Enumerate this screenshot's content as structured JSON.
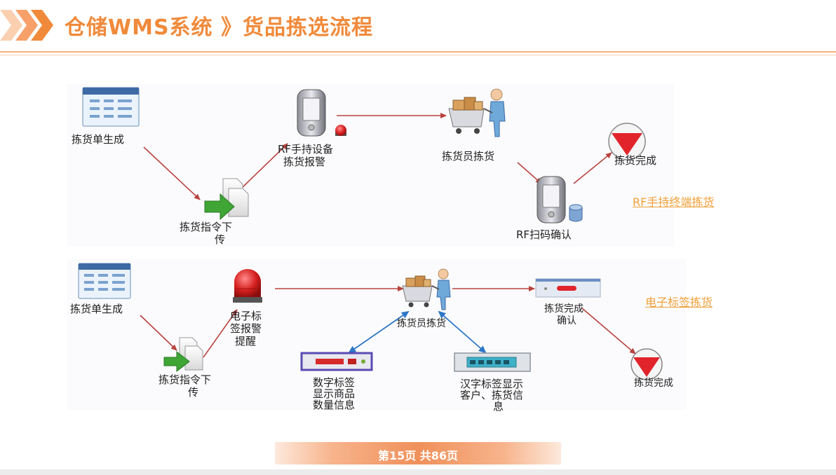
{
  "header": {
    "title": "仓储WMS系统 》货品拣选流程"
  },
  "flow1": {
    "label": "RF手持终端拣货",
    "nodes": {
      "pick_list": "拣货单生成",
      "pick_order_line1": "拣货指令下",
      "pick_order_line2": "传",
      "rf_alert_line1": "RF手持设备",
      "rf_alert_line2": "拣货报警",
      "picker": "拣货员拣货",
      "rf_scan": "RF扫码确认",
      "done": "拣货完成"
    }
  },
  "flow2": {
    "label": "电子标签拣货",
    "nodes": {
      "pick_list": "拣货单生成",
      "pick_order_line1": "拣货指令下",
      "pick_order_line2": "传",
      "tag_alert_line1": "电子标",
      "tag_alert_line2": "签报警",
      "tag_alert_line3": "提醒",
      "picker": "拣货员拣货",
      "confirm_line1": "拣货完成",
      "confirm_line2": "确认",
      "done": "拣货完成",
      "digital_tag_line1": "数字标签",
      "digital_tag_line2": "显示商品",
      "digital_tag_line3": "数量信息",
      "chinese_tag_line1": "汉字标签显示",
      "chinese_tag_line2": "客户、拣货信",
      "chinese_tag_line3": "息"
    }
  },
  "footer": {
    "pagination": "第15页  共86页"
  },
  "colors": {
    "accent": "#f08a3a",
    "arrow_red": "#b9423f",
    "arrow_blue": "#2e78c8",
    "link": "#f0a03a"
  }
}
